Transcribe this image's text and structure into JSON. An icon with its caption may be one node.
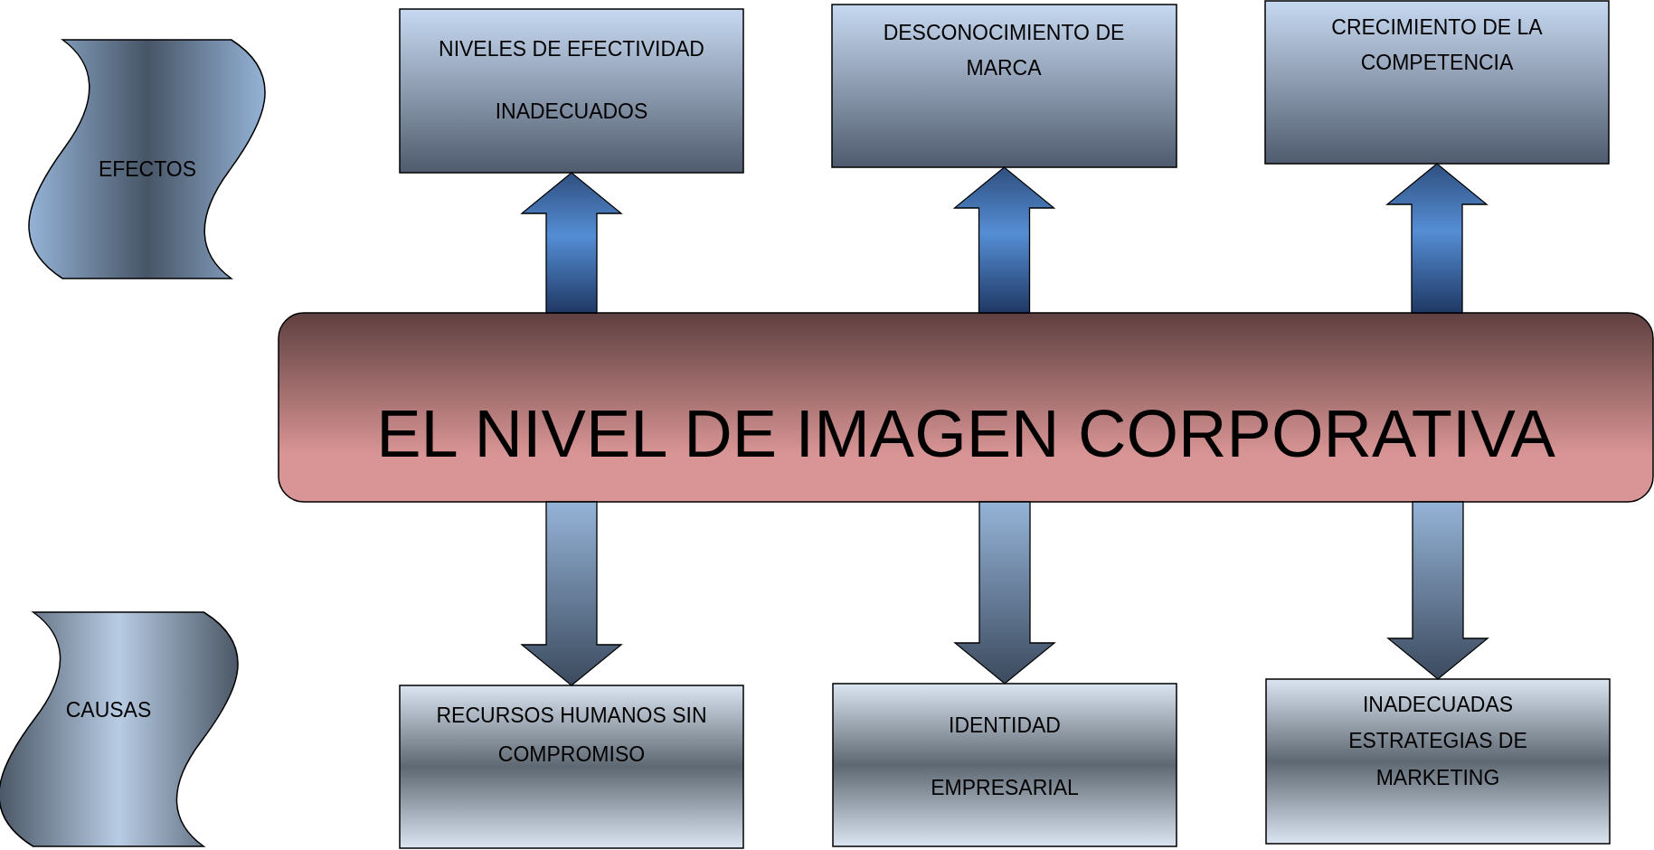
{
  "diagram": {
    "nodes": [
      {
        "text": [
          "EFECTOS"
        ]
      },
      {
        "text": [
          "NIVELES DE EFECTIVIDAD INADECUADOS"
        ]
      },
      {
        "text": [
          "DESCONOCIMIENTO DE MARCA"
        ]
      },
      {
        "text": [
          "CRECIMIENTO DE LA COMPETENCIA"
        ]
      },
      {
        "text": [
          "EL NIVEL DE IMAGEN CORPORATIVA"
        ]
      },
      {
        "text": [
          "CAUSAS"
        ]
      },
      {
        "text": [
          "RECURSOS HUMANOS SIN COMPROMISO"
        ]
      },
      {
        "text": [
          "IDENTIDAD EMPRESARIAL"
        ]
      },
      {
        "text": [
          "INADECUADAS ESTRATEGIAS DE MARKETING"
        ]
      }
    ],
    "edges": [
      {
        "from": 4,
        "to": 1,
        "arrow": "to"
      },
      {
        "from": 4,
        "to": 2,
        "arrow": "to"
      },
      {
        "from": 4,
        "to": 3,
        "arrow": "to"
      },
      {
        "from": 4,
        "to": 6,
        "arrow": "to"
      },
      {
        "from": 4,
        "to": 7,
        "arrow": "to"
      },
      {
        "from": 4,
        "to": 8,
        "arrow": "to"
      }
    ]
  }
}
